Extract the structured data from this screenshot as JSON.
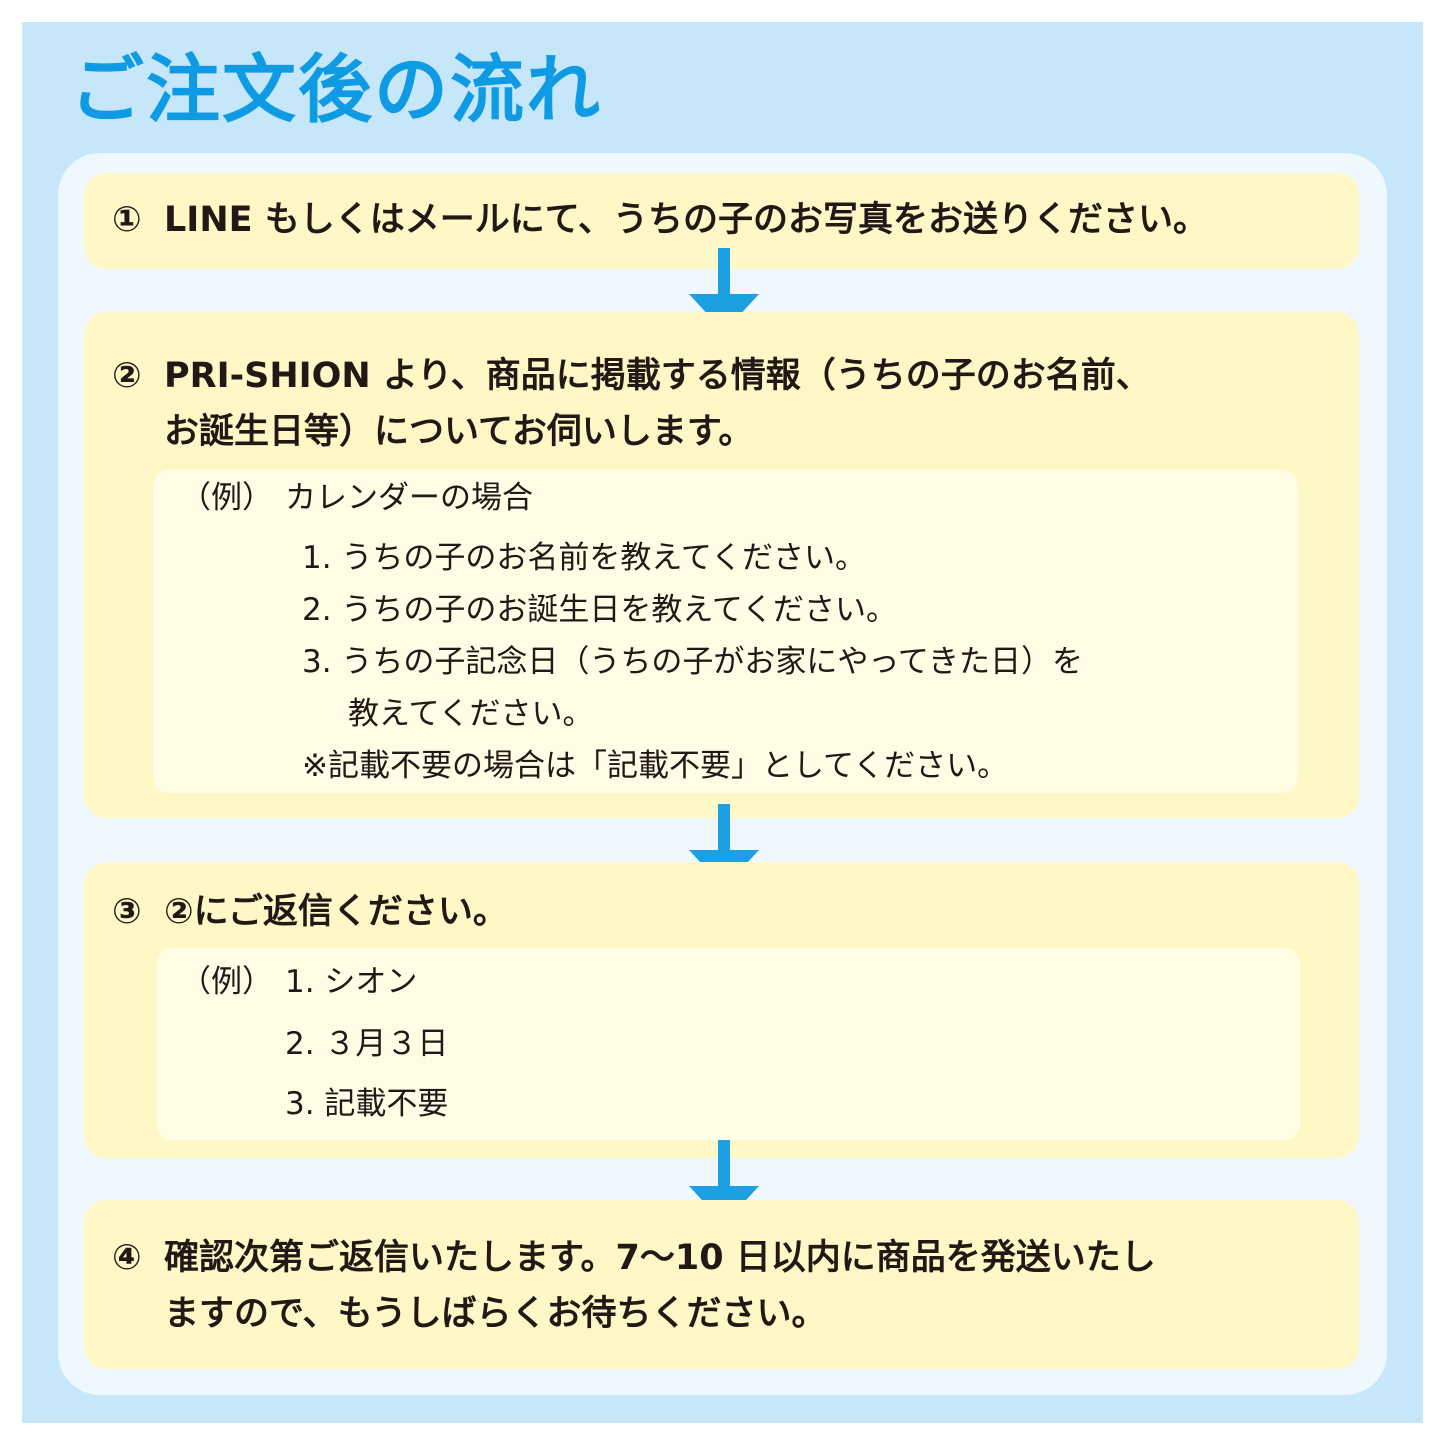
{
  "title": "ご注文後の流れ",
  "steps": [
    {
      "number": "①",
      "lines": [
        "LINE もしくはメールにて、うちの子のお写真をお送りください。"
      ]
    },
    {
      "number": "②",
      "lines": [
        "PRI-SHION より、商品に掲載する情報（うちの子のお名前、",
        "お誕生日等）についてお伺いします。"
      ],
      "example": {
        "label": "（例）",
        "heading": "カレンダーの場合",
        "items": [
          "1. うちの子のお名前を教えてください。",
          "2. うちの子のお誕生日を教えてください。",
          "3. うちの子記念日（うちの子がお家にやってきた日）を",
          "教えてください。"
        ],
        "note": "※記載不要の場合は「記載不要」としてください。"
      }
    },
    {
      "number": "③",
      "lines": [
        "②にご返信ください。"
      ],
      "example": {
        "label": "（例）",
        "items": [
          "1. シオン",
          "2. ３月３日",
          "3. 記載不要"
        ]
      }
    },
    {
      "number": "④",
      "lines": [
        "確認次第ご返信いたします。7〜10 日以内に商品を発送いたし",
        "ますので、もうしばらくお待ちください。"
      ]
    }
  ],
  "colors": {
    "frame": "#c6e7f9",
    "panel": "#eff8fe",
    "step_box": "#fff8c6",
    "example_box": "#fffde6",
    "title": "#0f9be3",
    "arrow": "#1ba0e2",
    "text": "#231815"
  },
  "icons": [
    "down-arrow-icon"
  ]
}
